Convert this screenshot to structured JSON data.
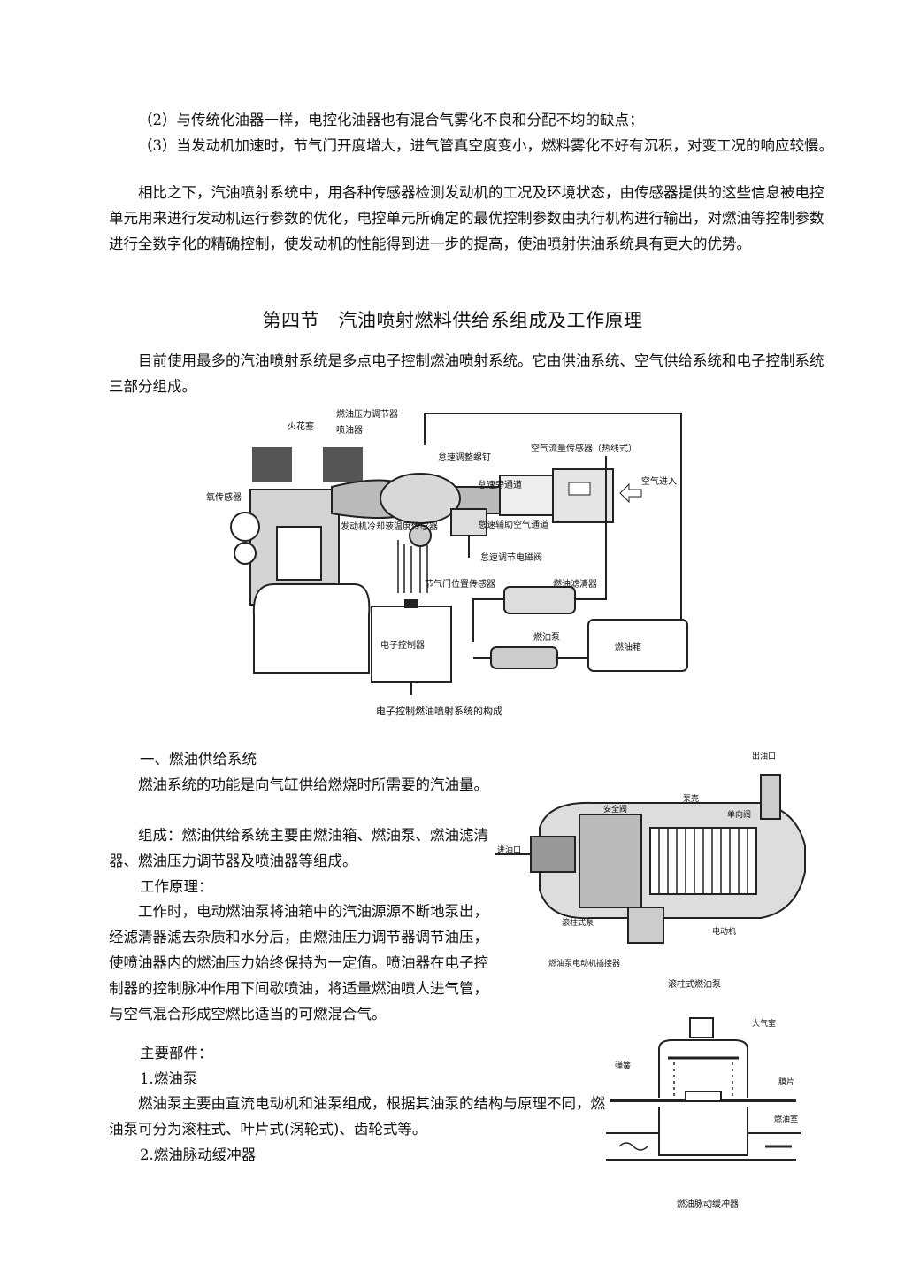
{
  "body": {
    "p1": "（2）与传统化油器一样，电控化油器也有混合气雾化不良和分配不均的缺点；",
    "p2": "（3）当发动机加速时，节气门开度增大，进气管真空度变小，燃料雾化不好有沉积，对变工况的响应较慢。",
    "p3": "相比之下，汽油喷射系统中，用各种传感器检测发动机的工况及环境状态，由传感器提供的这些信息被电控单元用来进行发动机运行参数的优化，电控单元所确定的最优控制参数由执行机构进行输出，对燃油等控制参数进行全数字化的精确控制，使发动机的性能得到进一步的提高，使油喷射供油系统具有更大的优势。",
    "section_title": "第四节　汽油喷射燃料供给系组成及工作原理",
    "p4": "目前使用最多的汽油喷射系统是多点电子控制燃油喷射系统。它由供油系统、空气供给系统和电子控制系统三部分组成。",
    "sub1": "一、燃油供给系统",
    "p5": "燃油系统的功能是向气缸供给燃烧时所需要的汽油量。",
    "p6": "组成：燃油供给系统主要由燃油箱、燃油泵、燃油滤清器、燃油压力调节器及喷油器等组成。",
    "p7": "工作原理：",
    "p8": "工作时，电动燃油泵将油箱中的汽油源源不断地泵出，经滤清器滤去杂质和水分后，由燃油压力调节器调节油压，使喷油器内的燃油压力始终保持为一定值。喷油器在电子控制器的控制脉冲作用下间歇喷油，将适量燃油喷人进气管，与空气混合形成空燃比适当的可燃混合气。",
    "p9": "主要部件：",
    "p10": "1.燃油泵",
    "p11": "燃油泵主要由直流电动机和油泵组成，根据其油泵的结构与原理不同，燃油泵可分为滚柱式、叶片式(涡轮式)、齿轮式等。",
    "p12": "2.燃油脉动缓冲器"
  },
  "figure1": {
    "caption": "电子控制燃油喷射系统的构成",
    "labels": {
      "spark_plug": "火花塞",
      "pressure_regulator": "燃油压力调节器",
      "injector": "喷油器",
      "idle_screw": "怠速调整螺钉",
      "air_flow_sensor": "空气流量传感器（热线式）",
      "idle_passage": "怠速旁通道",
      "air_inlet": "空气进入",
      "o2_sensor": "氧传感器",
      "coolant_sensor": "发动机冷却液温度传感器",
      "idle_aux_air": "怠速辅助空气通道",
      "idle_valve": "怠速调节电磁阀",
      "tps": "节气门位置传感器",
      "fuel_filter": "燃油滤清器",
      "ecu": "电子控制器",
      "fuel_pump": "燃油泵",
      "fuel_tank": "燃油箱"
    }
  },
  "figure2": {
    "caption": "滚柱式燃油泵",
    "labels": {
      "outlet": "出油口",
      "safety_valve": "安全阀",
      "housing": "泵壳",
      "check_valve": "单向阀",
      "inlet": "进油口",
      "roller_pump": "滚柱式泵",
      "motor": "电动机",
      "connector": "燃油泵电动机插接器"
    }
  },
  "figure3": {
    "caption": "燃油脉动缓冲器",
    "labels": {
      "atmosphere": "大气室",
      "spring": "弹簧",
      "diaphragm": "膜片",
      "fuel_chamber": "燃油室"
    }
  },
  "colors": {
    "ink": "#111111",
    "line": "#222222",
    "fill": "#cfcfcf"
  }
}
